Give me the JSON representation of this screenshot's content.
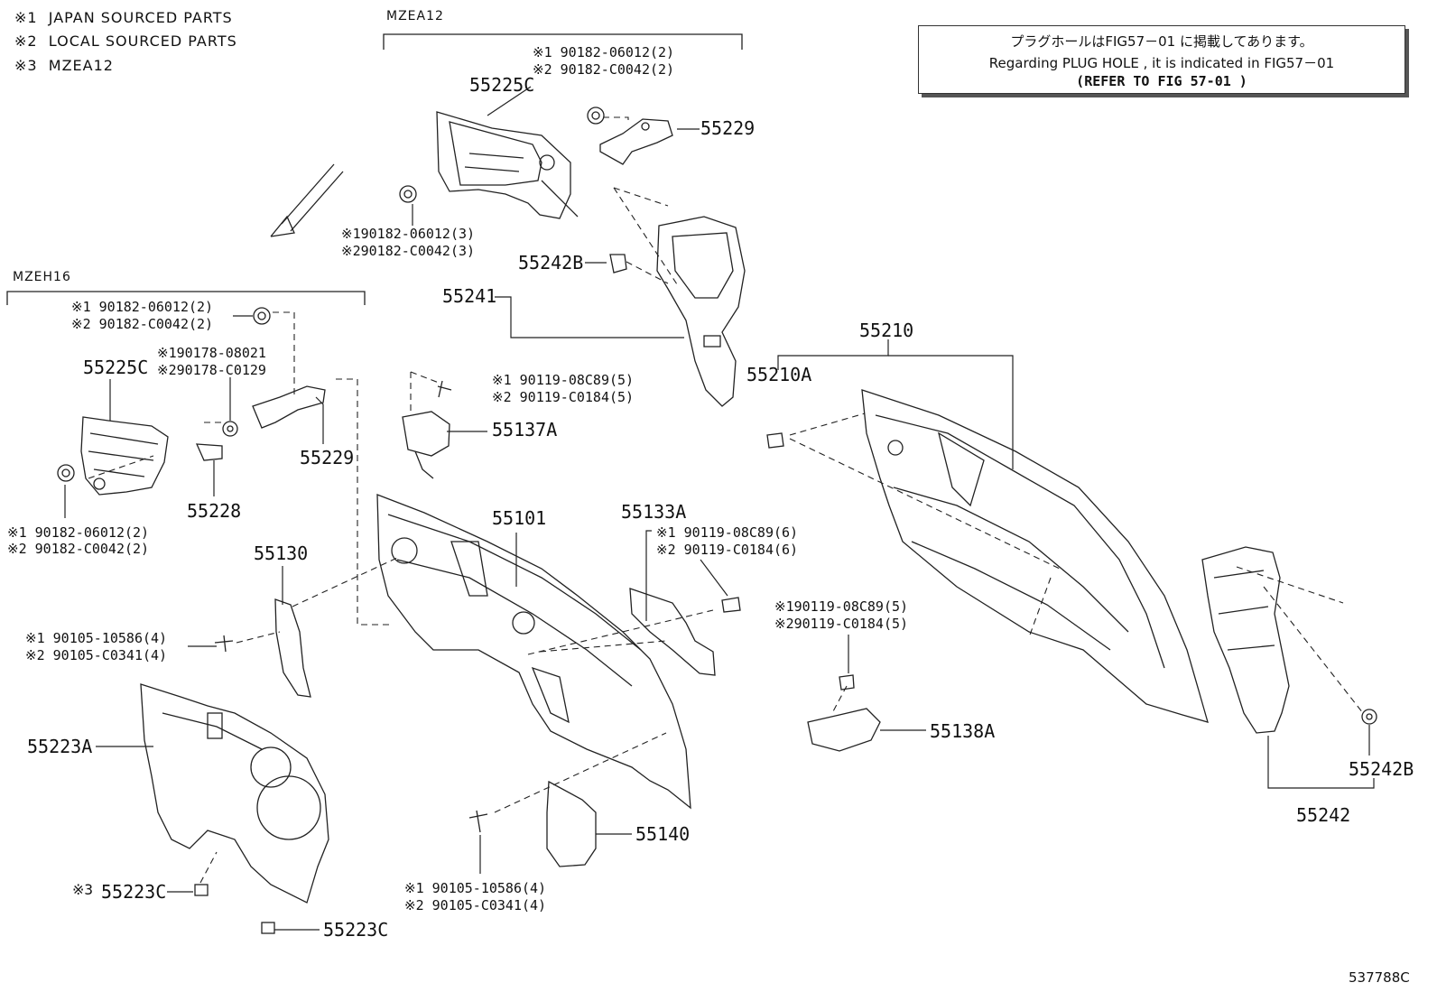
{
  "legend": [
    {
      "mark": "※1",
      "text": "JAPAN SOURCED PARTS"
    },
    {
      "mark": "※2",
      "text": "LOCAL SOURCED PARTS"
    },
    {
      "mark": "※3",
      "text": "MZEA12"
    }
  ],
  "note": {
    "line1": "プラグホールはFIG57－01 に掲載してあります。",
    "line2": "Regarding  PLUG HOLE , it is indicated  in FIG57－01",
    "line3": "(REFER TO FIG 57-01 )"
  },
  "groups": {
    "mzea12": "MZEA12",
    "mzeh16": "MZEH16"
  },
  "parts": {
    "p55225c_top": "55225C",
    "p55229_top": "55229",
    "p55242b_top": "55242B",
    "p55241": "55241",
    "p55210": "55210",
    "p55210a": "55210A",
    "p55225c_left": "55225C",
    "p55229_left": "55229",
    "p55228": "55228",
    "p55137a": "55137A",
    "p55101": "55101",
    "p55133a": "55133A",
    "p55130": "55130",
    "p55223a": "55223A",
    "p55223c_a": "55223C",
    "p55223c_b": "55223C",
    "p55140": "55140",
    "p55138a": "55138A",
    "p55242b_right": "55242B",
    "p55242": "55242"
  },
  "fasteners": {
    "f1a": "※1 90182-06012(2)",
    "f1b": "※2 90182-C0042(2)",
    "f2a": "※190182-06012(3)",
    "f2b": "※290182-C0042(3)",
    "f3a": "※1 90182-06012(2)",
    "f3b": "※2 90182-C0042(2)",
    "f4a": "※190178-08021",
    "f4b": "※290178-C0129",
    "f5a": "※1 90119-08C89(5)",
    "f5b": "※2 90119-C0184(5)",
    "f6a": "※1 90182-06012(2)",
    "f6b": "※2 90182-C0042(2)",
    "f7a": "※1 90119-08C89(6)",
    "f7b": "※2 90119-C0184(6)",
    "f8a": "※1 90105-10586(4)",
    "f8b": "※2 90105-C0341(4)",
    "f9a": "※190119-08C89(5)",
    "f9b": "※290119-C0184(5)",
    "f10a": "※1 90105-10586(4)",
    "f10b": "※2 90105-C0341(4)",
    "f11": "※3"
  },
  "figure_code": "537788C"
}
